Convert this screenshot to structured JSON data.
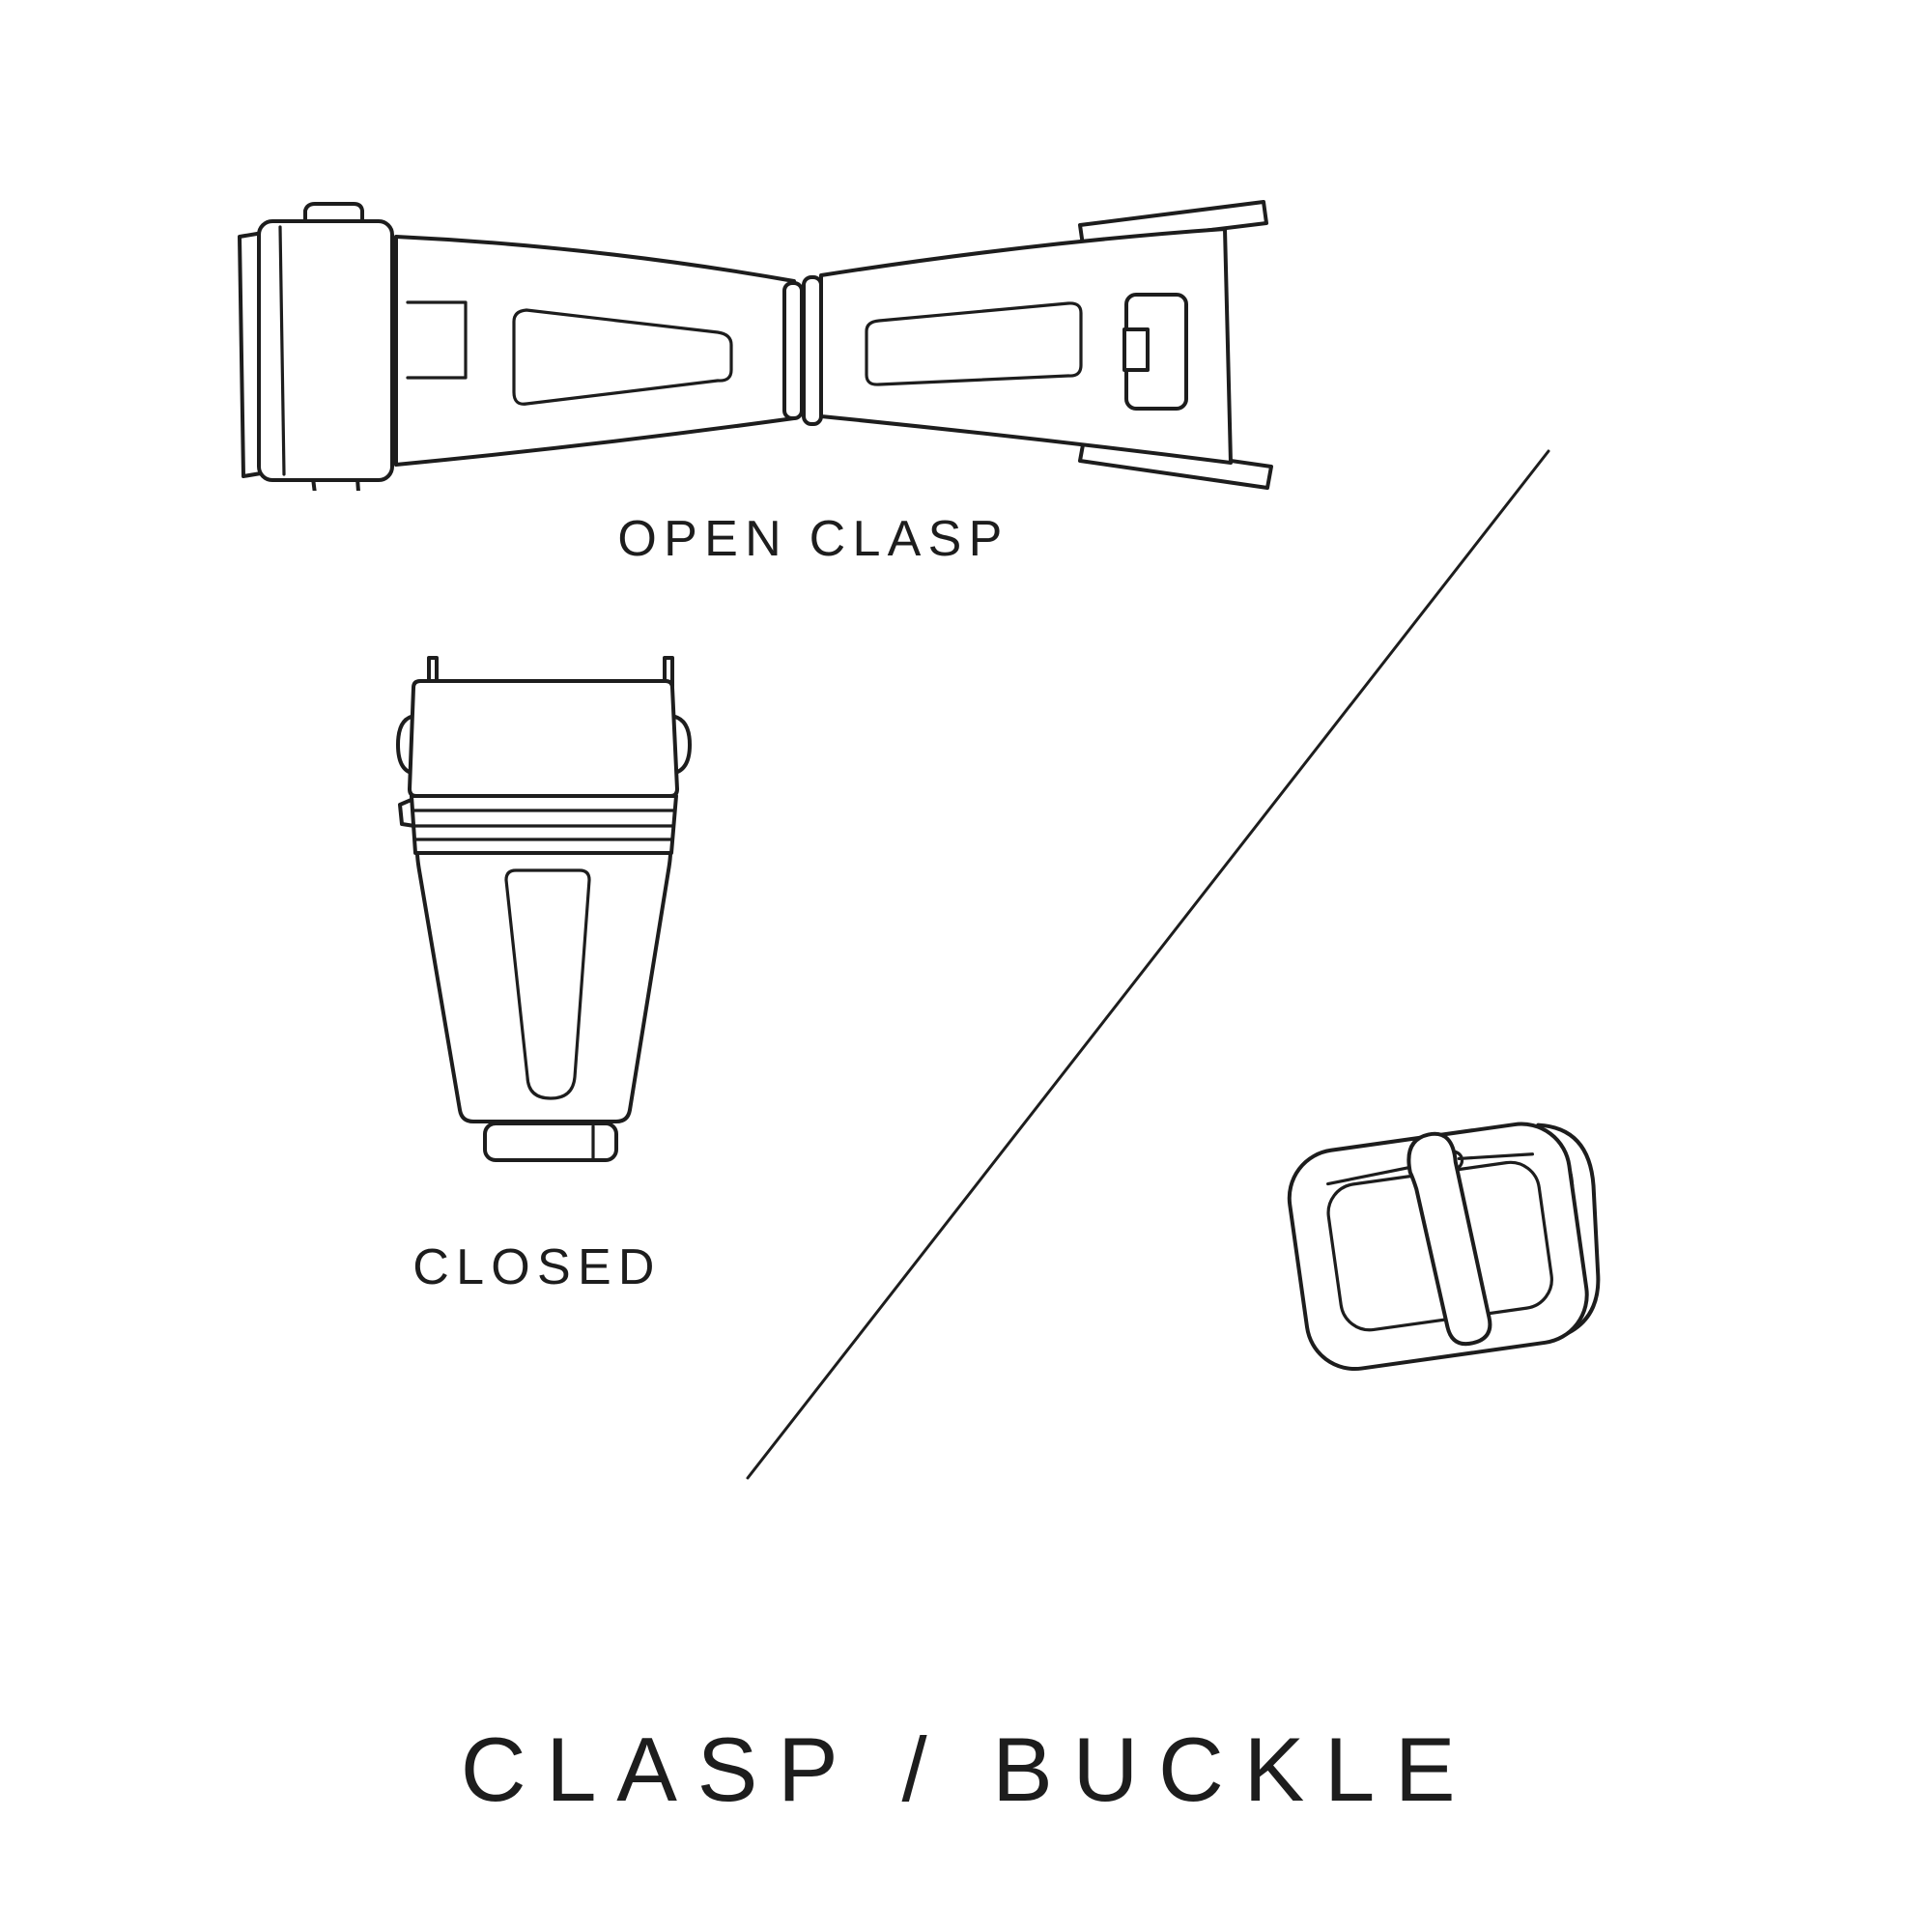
{
  "theme": {
    "background": "#ffffff",
    "ink": "#1d1d1d"
  },
  "figure": {
    "title": "CLASP / BUCKLE",
    "open_clasp": {
      "label": "OPEN CLASP",
      "illustration": "open-deployment-clasp-line-drawing"
    },
    "closed_clasp": {
      "label": "CLOSED",
      "illustration": "closed-deployment-clasp-line-drawing"
    },
    "buckle": {
      "illustration": "tang-buckle-line-drawing"
    },
    "divider": "diagonal-divider-line"
  }
}
